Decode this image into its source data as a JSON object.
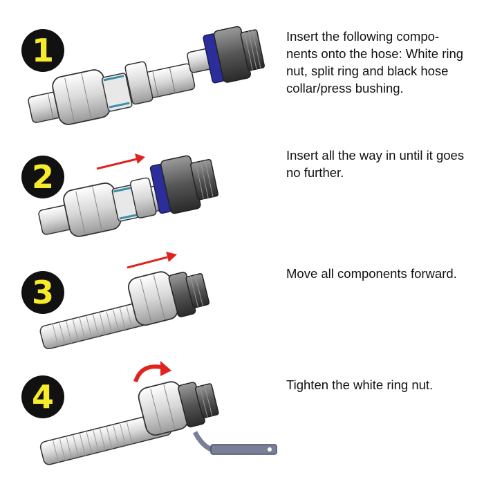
{
  "colors": {
    "badge_bg": "#111111",
    "badge_fg": "#f6ec2a",
    "arrow": "#e0231f",
    "seal_ring": "#2b2e9a",
    "part_outline": "#333333",
    "part_fill": "#eeeeee",
    "wrench": "#7a7f98"
  },
  "steps": [
    {
      "number": "1",
      "text": "Insert the following compo- nents onto the hose: White ring nut, split ring and black hose collar/press bushing.",
      "icons": [
        "hose-end",
        "white-ring-nut",
        "split-ring",
        "hose-collar",
        "threaded-fitting"
      ]
    },
    {
      "number": "2",
      "text": "Insert all the way in until it goes no further.",
      "icons": [
        "push-arrow",
        "hose-end",
        "white-ring-nut",
        "split-ring",
        "hose-collar",
        "threaded-fitting"
      ]
    },
    {
      "number": "3",
      "text": "Move all components forward.",
      "icons": [
        "push-arrow",
        "corrugated-hose",
        "white-ring-nut",
        "threaded-fitting"
      ]
    },
    {
      "number": "4",
      "text": "Tighten the white ring nut.",
      "icons": [
        "rotate-arrow",
        "corrugated-hose",
        "white-ring-nut",
        "threaded-fitting",
        "hook-wrench"
      ]
    }
  ]
}
